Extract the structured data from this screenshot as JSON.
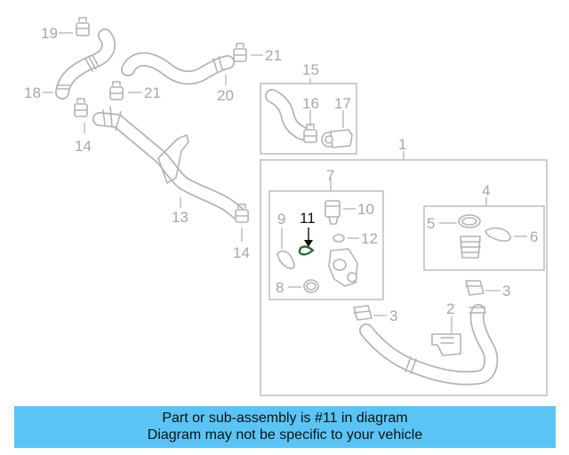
{
  "callouts": {
    "c1": "1",
    "c2": "2",
    "c3a": "3",
    "c3b": "3",
    "c4": "4",
    "c5": "5",
    "c6": "6",
    "c7": "7",
    "c8": "8",
    "c9": "9",
    "c10": "10",
    "c11": "11",
    "c12": "12",
    "c13": "13",
    "c14a": "14",
    "c14b": "14",
    "c15": "15",
    "c16": "16",
    "c17": "17",
    "c18": "18",
    "c19": "19",
    "c20": "20",
    "c21a": "21",
    "c21b": "21"
  },
  "highlighted_part": "11",
  "colors": {
    "banner": "#5ac4f5",
    "highlight": "#111111",
    "line_art": "#b4b4b4"
  },
  "banner": {
    "line1": "Part or sub-assembly is #11 in diagram",
    "line2": "Diagram may not be specific to your vehicle"
  }
}
